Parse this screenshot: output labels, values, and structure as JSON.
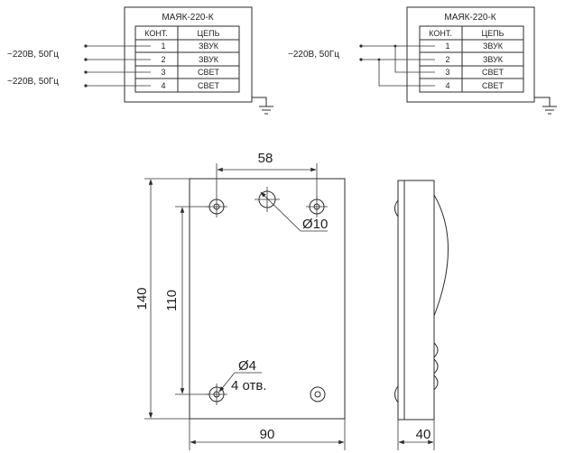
{
  "schemes": [
    {
      "title": "МАЯК-220-К",
      "headers": [
        "КОНТ.",
        "ЦЕПЬ"
      ],
      "rows": [
        {
          "contact": "1",
          "circuit": "ЗВУК"
        },
        {
          "contact": "2",
          "circuit": "ЗВУК"
        },
        {
          "contact": "3",
          "circuit": "СВЕТ"
        },
        {
          "contact": "4",
          "circuit": "СВЕТ"
        }
      ],
      "supply_labels": [
        "~220В, 50Гц",
        "~220В, 50Гц"
      ]
    },
    {
      "title": "МАЯК-220-К",
      "headers": [
        "КОНТ.",
        "ЦЕПЬ"
      ],
      "rows": [
        {
          "contact": "1",
          "circuit": "ЗВУК"
        },
        {
          "contact": "2",
          "circuit": "ЗВУК"
        },
        {
          "contact": "3",
          "circuit": "СВЕТ"
        },
        {
          "contact": "4",
          "circuit": "СВЕТ"
        }
      ],
      "supply_labels": [
        "~220В, 50Гц"
      ]
    }
  ],
  "drawing": {
    "dim_hole_spacing": "58",
    "dim_big_hole": "Ø10",
    "dim_height": "140",
    "dim_hole_vertical": "110",
    "dim_small_hole": "Ø4",
    "holes_note": "4 отв.",
    "dim_width": "90",
    "dim_depth": "40"
  }
}
